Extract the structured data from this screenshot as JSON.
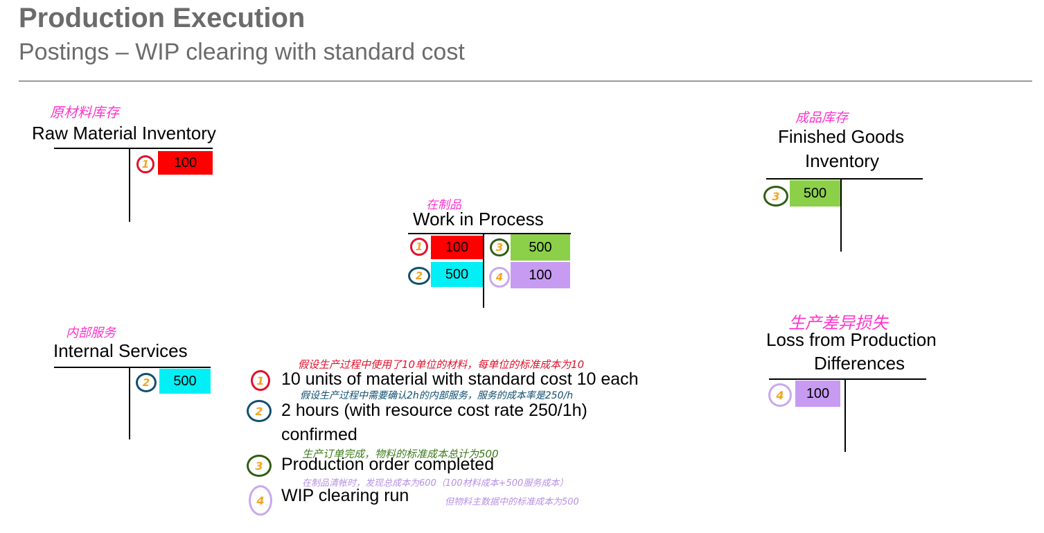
{
  "header": {
    "title": "Production Execution",
    "subtitle": "Postings – WIP clearing with standard cost"
  },
  "accounts": {
    "raw_material": {
      "title": "Raw Material Inventory",
      "note": "原材料库存",
      "entry_marker": "1",
      "entry_amount": "100"
    },
    "wip": {
      "title": "Work in Process",
      "note": "在制品",
      "debits": [
        {
          "marker": "1",
          "amount": "100"
        },
        {
          "marker": "2",
          "amount": "500"
        }
      ],
      "credits": [
        {
          "marker": "3",
          "amount": "500"
        },
        {
          "marker": "4",
          "amount": "100"
        }
      ]
    },
    "finished_goods": {
      "title_line1": "Finished Goods",
      "title_line2": "Inventory",
      "note": "成品库存",
      "entry_marker": "3",
      "entry_amount": "500"
    },
    "internal_services": {
      "title": "Internal Services",
      "note": "内部服务",
      "entry_marker": "2",
      "entry_amount": "500"
    },
    "loss": {
      "title_line1": "Loss from Production",
      "title_line2": "Differences",
      "note": "生产差异损失",
      "entry_marker": "4",
      "entry_amount": "100"
    }
  },
  "legend": [
    {
      "marker": "1",
      "text": "10 units of material with standard cost 10 each",
      "note": "假设生产过程中使用了10单位的材料，每单位的标准成本为10"
    },
    {
      "marker": "2",
      "text_line1": "2 hours (with resource cost rate 250/1h)",
      "text_line2": "confirmed",
      "note": "假设生产过程中需要确认2h的内部服务，服务的成本率是250/h"
    },
    {
      "marker": "3",
      "text": "Production order completed",
      "note": "生产订单完成，物料的标准成本总计为500"
    },
    {
      "marker": "4",
      "text": "WIP clearing run",
      "note_line1": "在制品清帐时，发现总成本为600（100材料成本+500服务成本）",
      "note_line2": "但物料主数据中的标准成本为500"
    }
  ],
  "colors": {
    "red": "#ff0000",
    "green": "#8cd04a",
    "cyan": "#00f0f5",
    "purple": "#c79bf2",
    "title_gray": "#6b6b6b"
  }
}
